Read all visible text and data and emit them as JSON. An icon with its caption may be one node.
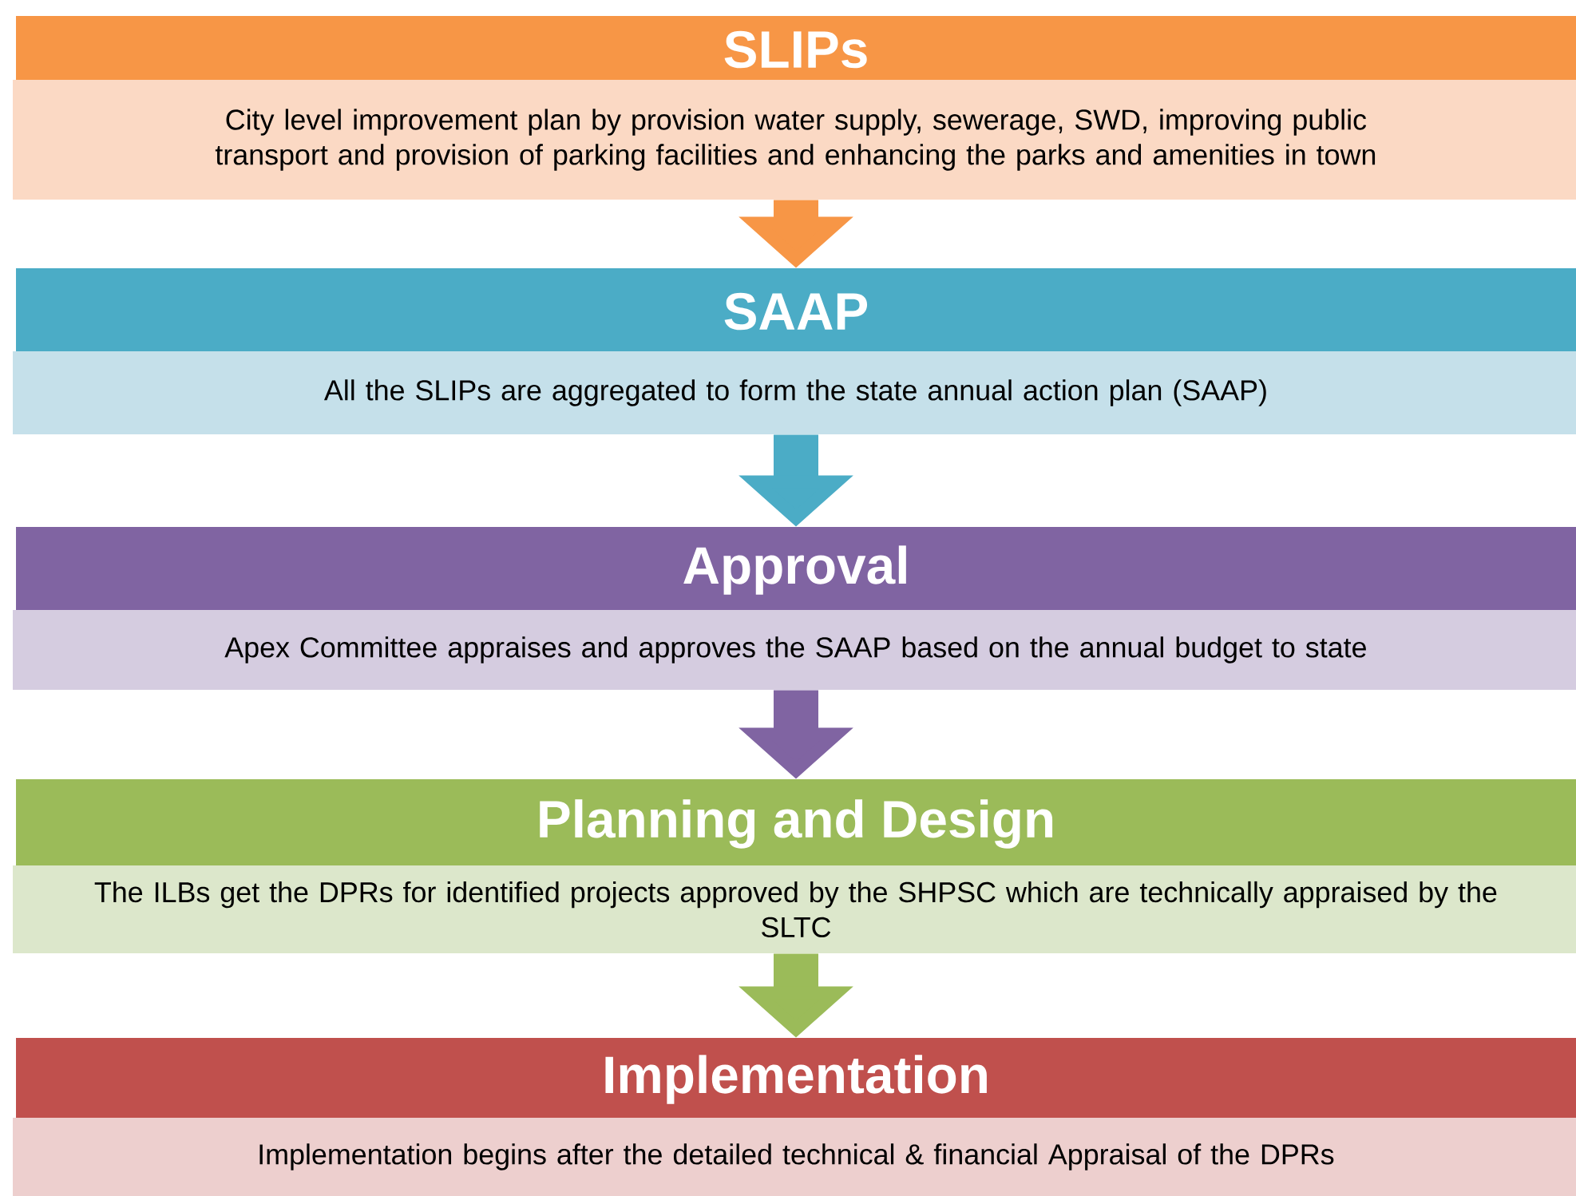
{
  "diagram": {
    "nodes": [
      {
        "text": [
          "SLIPs",
          "City level improvement plan by provision water supply, sewerage, SWD, improving public transport and provision of parking facilities and enhancing the parks and amenities in town"
        ]
      },
      {
        "text": [
          "SAAP",
          "All the SLIPs are aggregated to form the state annual action plan (SAAP)"
        ]
      },
      {
        "text": [
          "Approval",
          "Apex Committee appraises and approves the SAAP based on the annual budget to state"
        ]
      },
      {
        "text": [
          "Planning and Design",
          "The ILBs get the DPRs for identified projects approved by the SHPSC which are technically appraised by the SLTC"
        ]
      },
      {
        "text": [
          "Implementation",
          "Implementation begins after the detailed technical & financial Appraisal of the DPRs"
        ]
      }
    ],
    "edges": [
      {
        "from": 0,
        "to": 1,
        "arrow": "to",
        "color": "#f79646"
      },
      {
        "from": 1,
        "to": 2,
        "arrow": "to",
        "color": "#4bacc6"
      },
      {
        "from": 2,
        "to": 3,
        "arrow": "to",
        "color": "#8064a2"
      },
      {
        "from": 3,
        "to": 4,
        "arrow": "to",
        "color": "#9bbb59"
      }
    ]
  }
}
